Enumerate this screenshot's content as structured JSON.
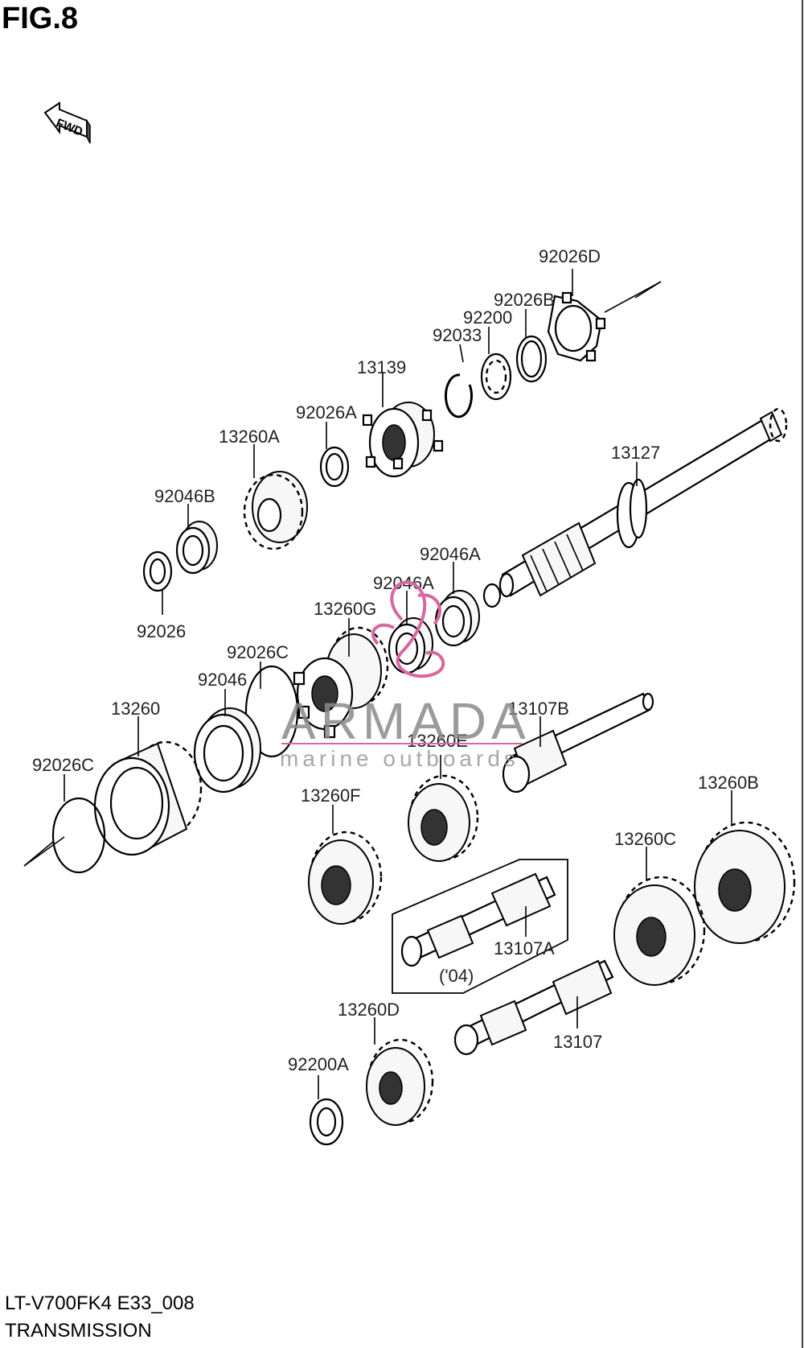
{
  "header": {
    "figure": "FIG.8",
    "fwd_label": "FWD"
  },
  "footer": {
    "model_code": "LT-V700FK4 E33_008",
    "section_title": "TRANSMISSION"
  },
  "watermark": {
    "brand": "ARMADA",
    "tagline": "marine outboards",
    "accent_color": "#d9679f",
    "text_color": "#8a8a8a"
  },
  "inset_note": "('04)",
  "part_labels": {
    "p92026D": "92026D",
    "p92026B": "92026B",
    "p92200": "92200",
    "p92033": "92033",
    "p13139": "13139",
    "p92026A": "92026A",
    "p13260A": "13260A",
    "p13127": "13127",
    "p92046B": "92046B",
    "p92046A_1": "92046A",
    "p92046A_2": "92046A",
    "p13260G": "13260G",
    "p92026": "92026",
    "p92026C_1": "92026C",
    "p92046": "92046",
    "p13260": "13260",
    "p13107B": "13107B",
    "p13260E": "13260E",
    "p92026C_2": "92026C",
    "p13260F": "13260F",
    "p13260B": "13260B",
    "p13260C": "13260C",
    "p13107A": "13107A",
    "p13260D": "13260D",
    "p13107": "13107",
    "p92200A": "92200A"
  }
}
